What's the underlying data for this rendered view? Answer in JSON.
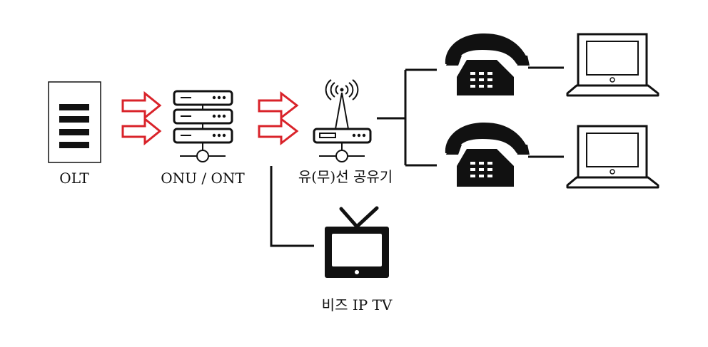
{
  "labels": {
    "olt": "OLT",
    "onu": "ONU / ONT",
    "router": "유(무)선 공유기",
    "tv": "비즈 IP TV"
  },
  "colors": {
    "arrow_stroke": "#d9232a",
    "line": "#111111",
    "background": "#ffffff"
  },
  "icons": [
    "olt-device-icon",
    "onu-ont-icon",
    "wireless-router-icon",
    "ip-tv-icon",
    "telephone-icon",
    "laptop-icon"
  ]
}
